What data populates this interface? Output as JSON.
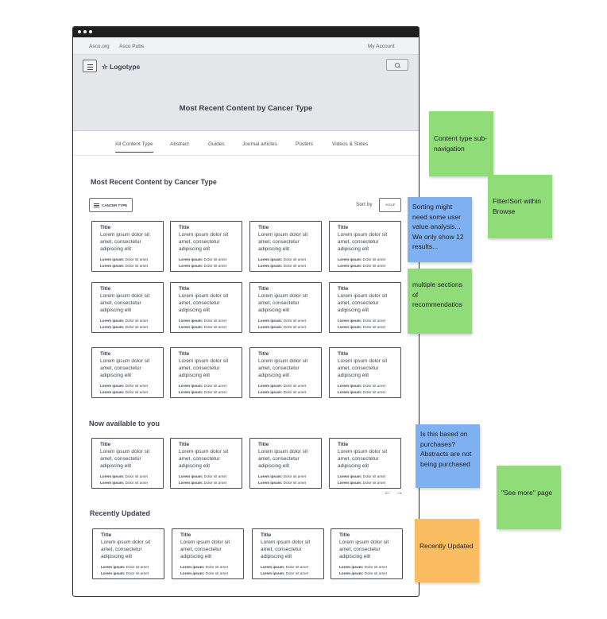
{
  "topbar": {
    "link1": "Asco.org",
    "link2": "Asco Pubs",
    "account": "My Account"
  },
  "header": {
    "logo": "Logotype",
    "title": "Most Recent Content by Cancer Type"
  },
  "tabs": [
    "All Content Type",
    "Abstract",
    "Guides",
    "Journal articles",
    "Posters",
    "Videos & Slides"
  ],
  "section1": {
    "title": "Most Recent Content by Cancer Type",
    "filter_label": "CANCER TYPE",
    "sort_label": "Sort by",
    "sort_value": "A to Z"
  },
  "section2": {
    "title": "Now available to you"
  },
  "section3": {
    "title": "Recently Updated"
  },
  "card": {
    "title": "Title",
    "body": "Lorem ipsum dolor sit amet, consectetur adipiscing elit",
    "meta_key": "Lorem ipsum:",
    "meta_val": "Dolor sit amet"
  },
  "carousel": {
    "prev": "←",
    "next": "→"
  },
  "notes": [
    {
      "text": "Content type sub-navigation",
      "color": "#8fdc78"
    },
    {
      "text": "Filter/Sort within Browse",
      "color": "#8fdc78"
    },
    {
      "text": "Sorting might need some user value analysis... We only show 12 results...",
      "color": "#7fb0f2"
    },
    {
      "text": "multiple sections of recommendatios",
      "color": "#8fdc78"
    },
    {
      "text": "Is this based on purchases? Abstracts are not being purchased",
      "color": "#7fb0f2"
    },
    {
      "text": "\"See more\" page",
      "color": "#8fdc78"
    },
    {
      "text": "Recently Updated",
      "color": "#fbbd62"
    }
  ]
}
